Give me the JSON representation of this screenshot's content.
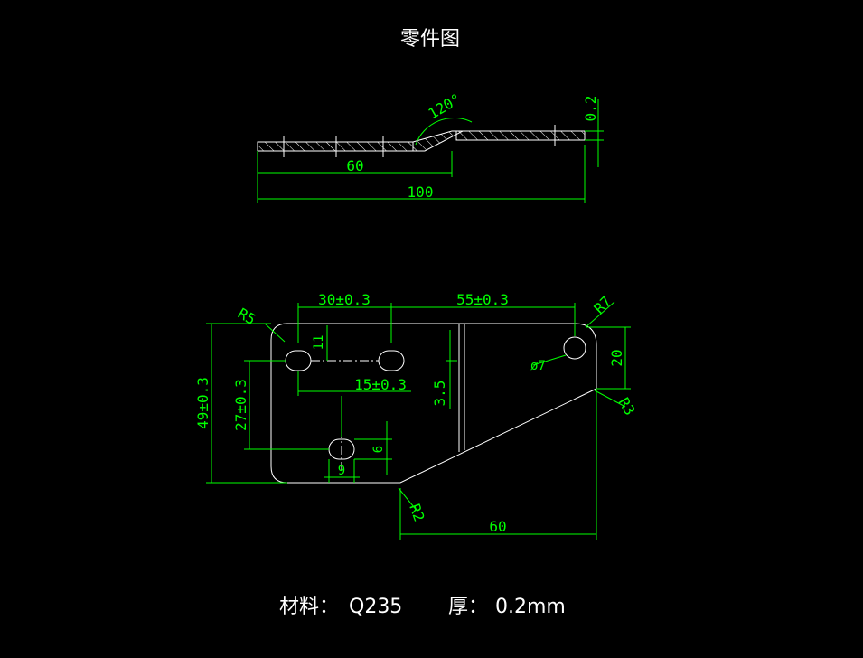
{
  "title": "零件图",
  "colors": {
    "background": "#000000",
    "part_outline": "#ffffff",
    "dimension": "#00ff00"
  },
  "side_view": {
    "angle_label": "120°",
    "thickness_label": "0.2",
    "dim_60_label": "60",
    "dim_100_label": "100"
  },
  "plan_view": {
    "r5_label": "R5",
    "r7_label": "R7",
    "r3_label": "R3",
    "r2_label": "R2",
    "dim_30_label": "30±0.3",
    "dim_55_label": "55±0.3",
    "dim_11_label": "11",
    "dim_15_label": "15±0.3",
    "dim_3_5_label": "3.5",
    "dim_49_label": "49±0.3",
    "dim_27_label": "27±0.3",
    "dim_20_label": "20",
    "dim_6_label": "6",
    "dim_9_label": "9",
    "dim_60_label": "60",
    "hole_label": "ø7"
  },
  "footer": {
    "material_label": "材料：",
    "material_value": "Q235",
    "thickness_label": "厚：",
    "thickness_value": "0.2mm"
  }
}
